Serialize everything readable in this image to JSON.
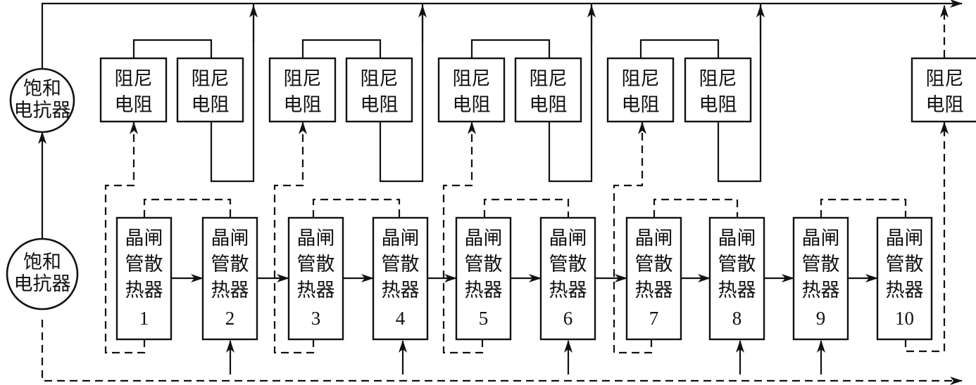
{
  "reactors": [
    {
      "line1": "饱和",
      "line2": "电抗器"
    },
    {
      "line1": "饱和",
      "line2": "电抗器"
    }
  ],
  "resistor": {
    "line1": "阻尼",
    "line2": "电阻"
  },
  "heatsink": {
    "line1": "晶闸",
    "line2": "管散",
    "line3": "热器"
  },
  "heatsinks": [
    "1",
    "2",
    "3",
    "4",
    "5",
    "6",
    "7",
    "8",
    "9",
    "10"
  ]
}
